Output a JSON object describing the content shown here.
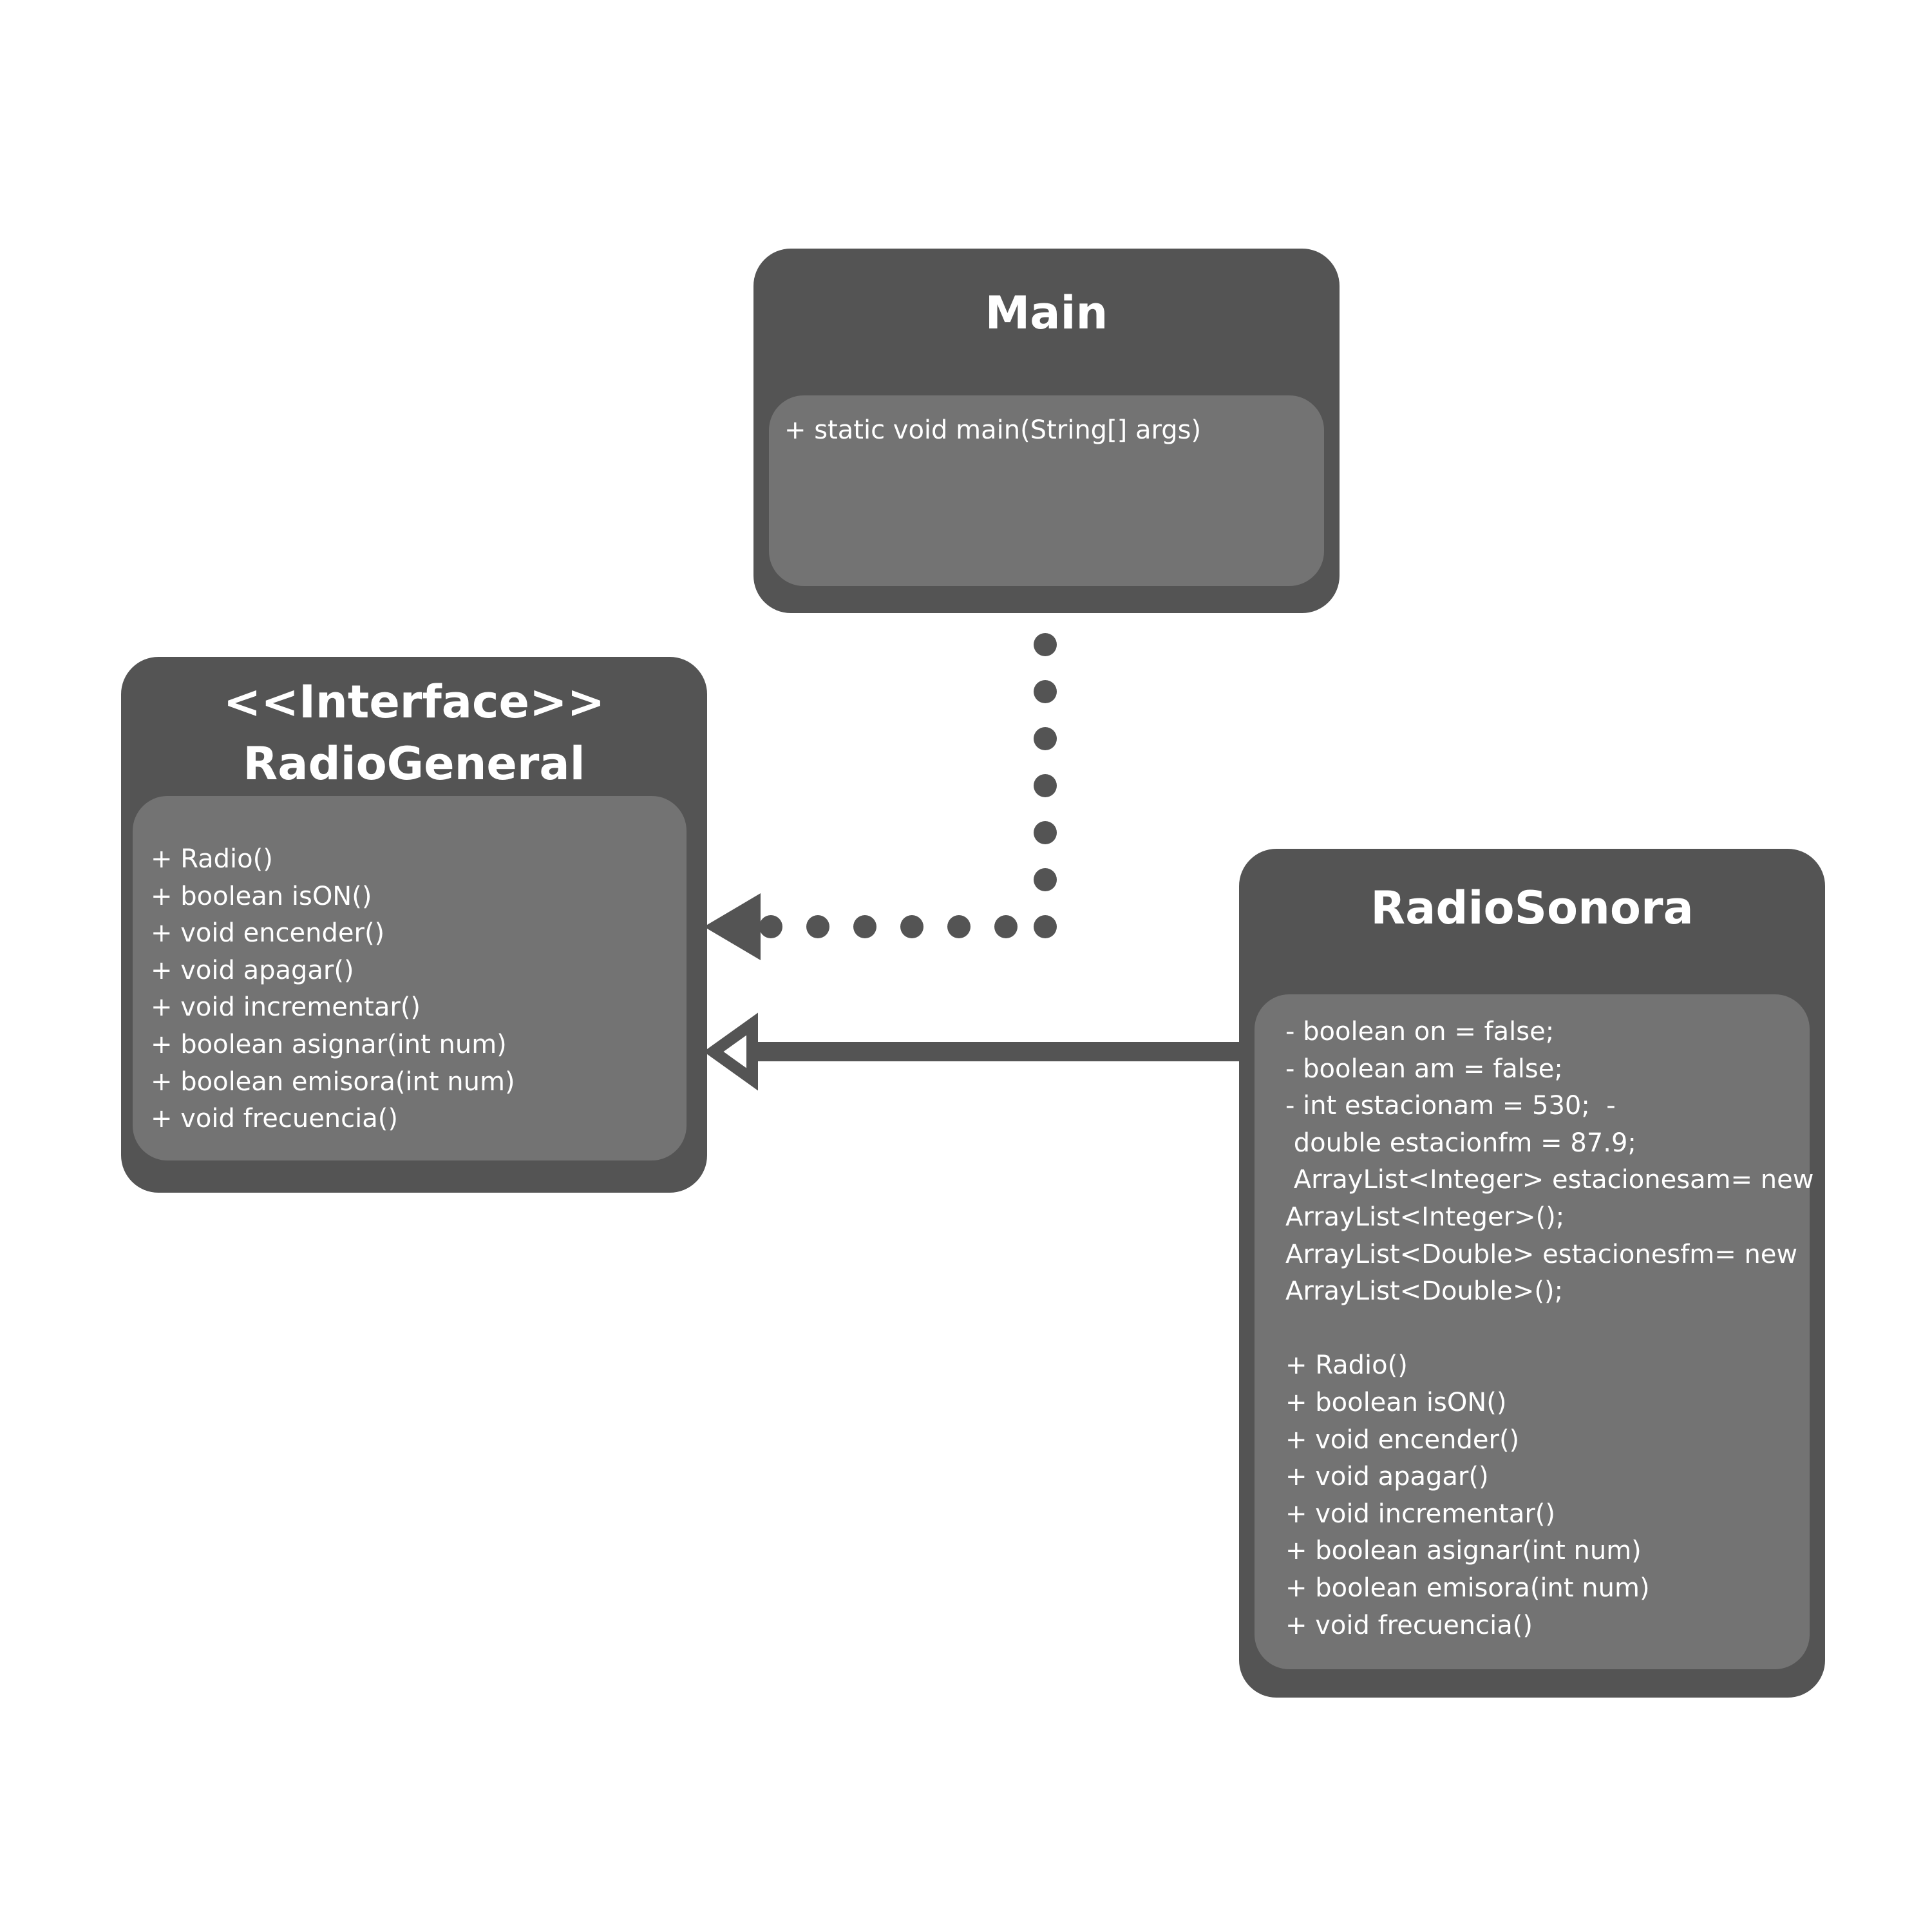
{
  "classes": {
    "main": {
      "title": "Main",
      "members": [
        "+ static void main(String[] args)"
      ]
    },
    "radio_general": {
      "stereotype": "<<Interface>>",
      "title": "RadioGeneral",
      "members": [
        "+ Radio()",
        "+ boolean isON()",
        "+ void encender()",
        "+ void apagar()",
        "+ void incrementar()",
        "+ boolean asignar(int num)",
        "+ boolean emisora(int num)",
        "+ void frecuencia()"
      ]
    },
    "radio_sonora": {
      "title": "RadioSonora",
      "attributes": [
        "- boolean on = false;",
        "- boolean am = false;",
        "- int estacionam = 530;  -",
        " double estacionfm = 87.9;",
        " ArrayList<Integer> estacionesam= new",
        "ArrayList<Integer>();",
        "ArrayList<Double> estacionesfm= new",
        "ArrayList<Double>();"
      ],
      "methods": [
        "+ Radio()",
        "+ boolean isON()",
        "+ void encender()",
        "+ void apagar()",
        "+ void incrementar()",
        "+ boolean asignar(int num)",
        "+ boolean emisora(int num)",
        "+ void frecuencia()"
      ]
    }
  },
  "relations": [
    {
      "from": "Main",
      "to": "RadioGeneral",
      "kind": "dependency"
    },
    {
      "from": "RadioSonora",
      "to": "RadioGeneral",
      "kind": "realization"
    }
  ],
  "colors": {
    "box": "#545454",
    "body": "#737373",
    "text": "#ffffff",
    "connector": "#545454",
    "background": "#ffffff"
  }
}
